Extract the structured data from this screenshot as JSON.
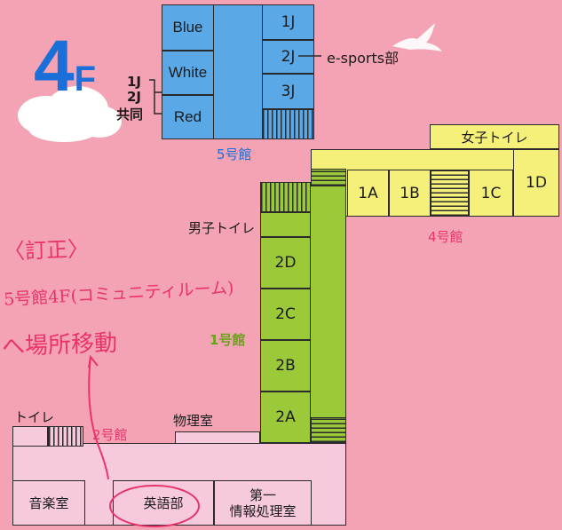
{
  "floor_label": {
    "number": "4",
    "suffix": "F"
  },
  "colors": {
    "background": "#f4a3b4",
    "building5": "#5aa9e6",
    "building4": "#f5f07a",
    "building1": "#9bc93a",
    "building2": "#f7c9dc",
    "floor_number": "#1a6fd8",
    "annotation": "#e8336b"
  },
  "building5": {
    "name": "5号館",
    "rooms": {
      "blue": "Blue",
      "white": "White",
      "red": "Red",
      "r1j": "1J",
      "r2j": "2J",
      "r3j": "3J"
    },
    "side_labels": {
      "l1": "1J",
      "l2": "2J",
      "l3": "共同"
    },
    "esports_label": "e-sports部"
  },
  "building4": {
    "name": "4号館",
    "restroom": "女子トイレ",
    "rooms": {
      "r1a": "1A",
      "r1b": "1B",
      "r1c": "1C",
      "r1d": "1D"
    }
  },
  "building1": {
    "name": "1号館",
    "restroom": "男子トイレ",
    "rooms": {
      "r2d": "2D",
      "r2c": "2C",
      "r2b": "2B",
      "r2a": "2A"
    }
  },
  "building2": {
    "name": "2号館",
    "restroom": "トイレ",
    "physics_room": "物理室",
    "rooms": {
      "music": "音楽室",
      "english": "英語部",
      "info_line1": "第一",
      "info_line2": "情報処理室"
    }
  },
  "correction_note": {
    "line1": "〈訂正〉",
    "line2": "5号館4F(コミュニティルーム)",
    "line3": "へ場所移動"
  }
}
